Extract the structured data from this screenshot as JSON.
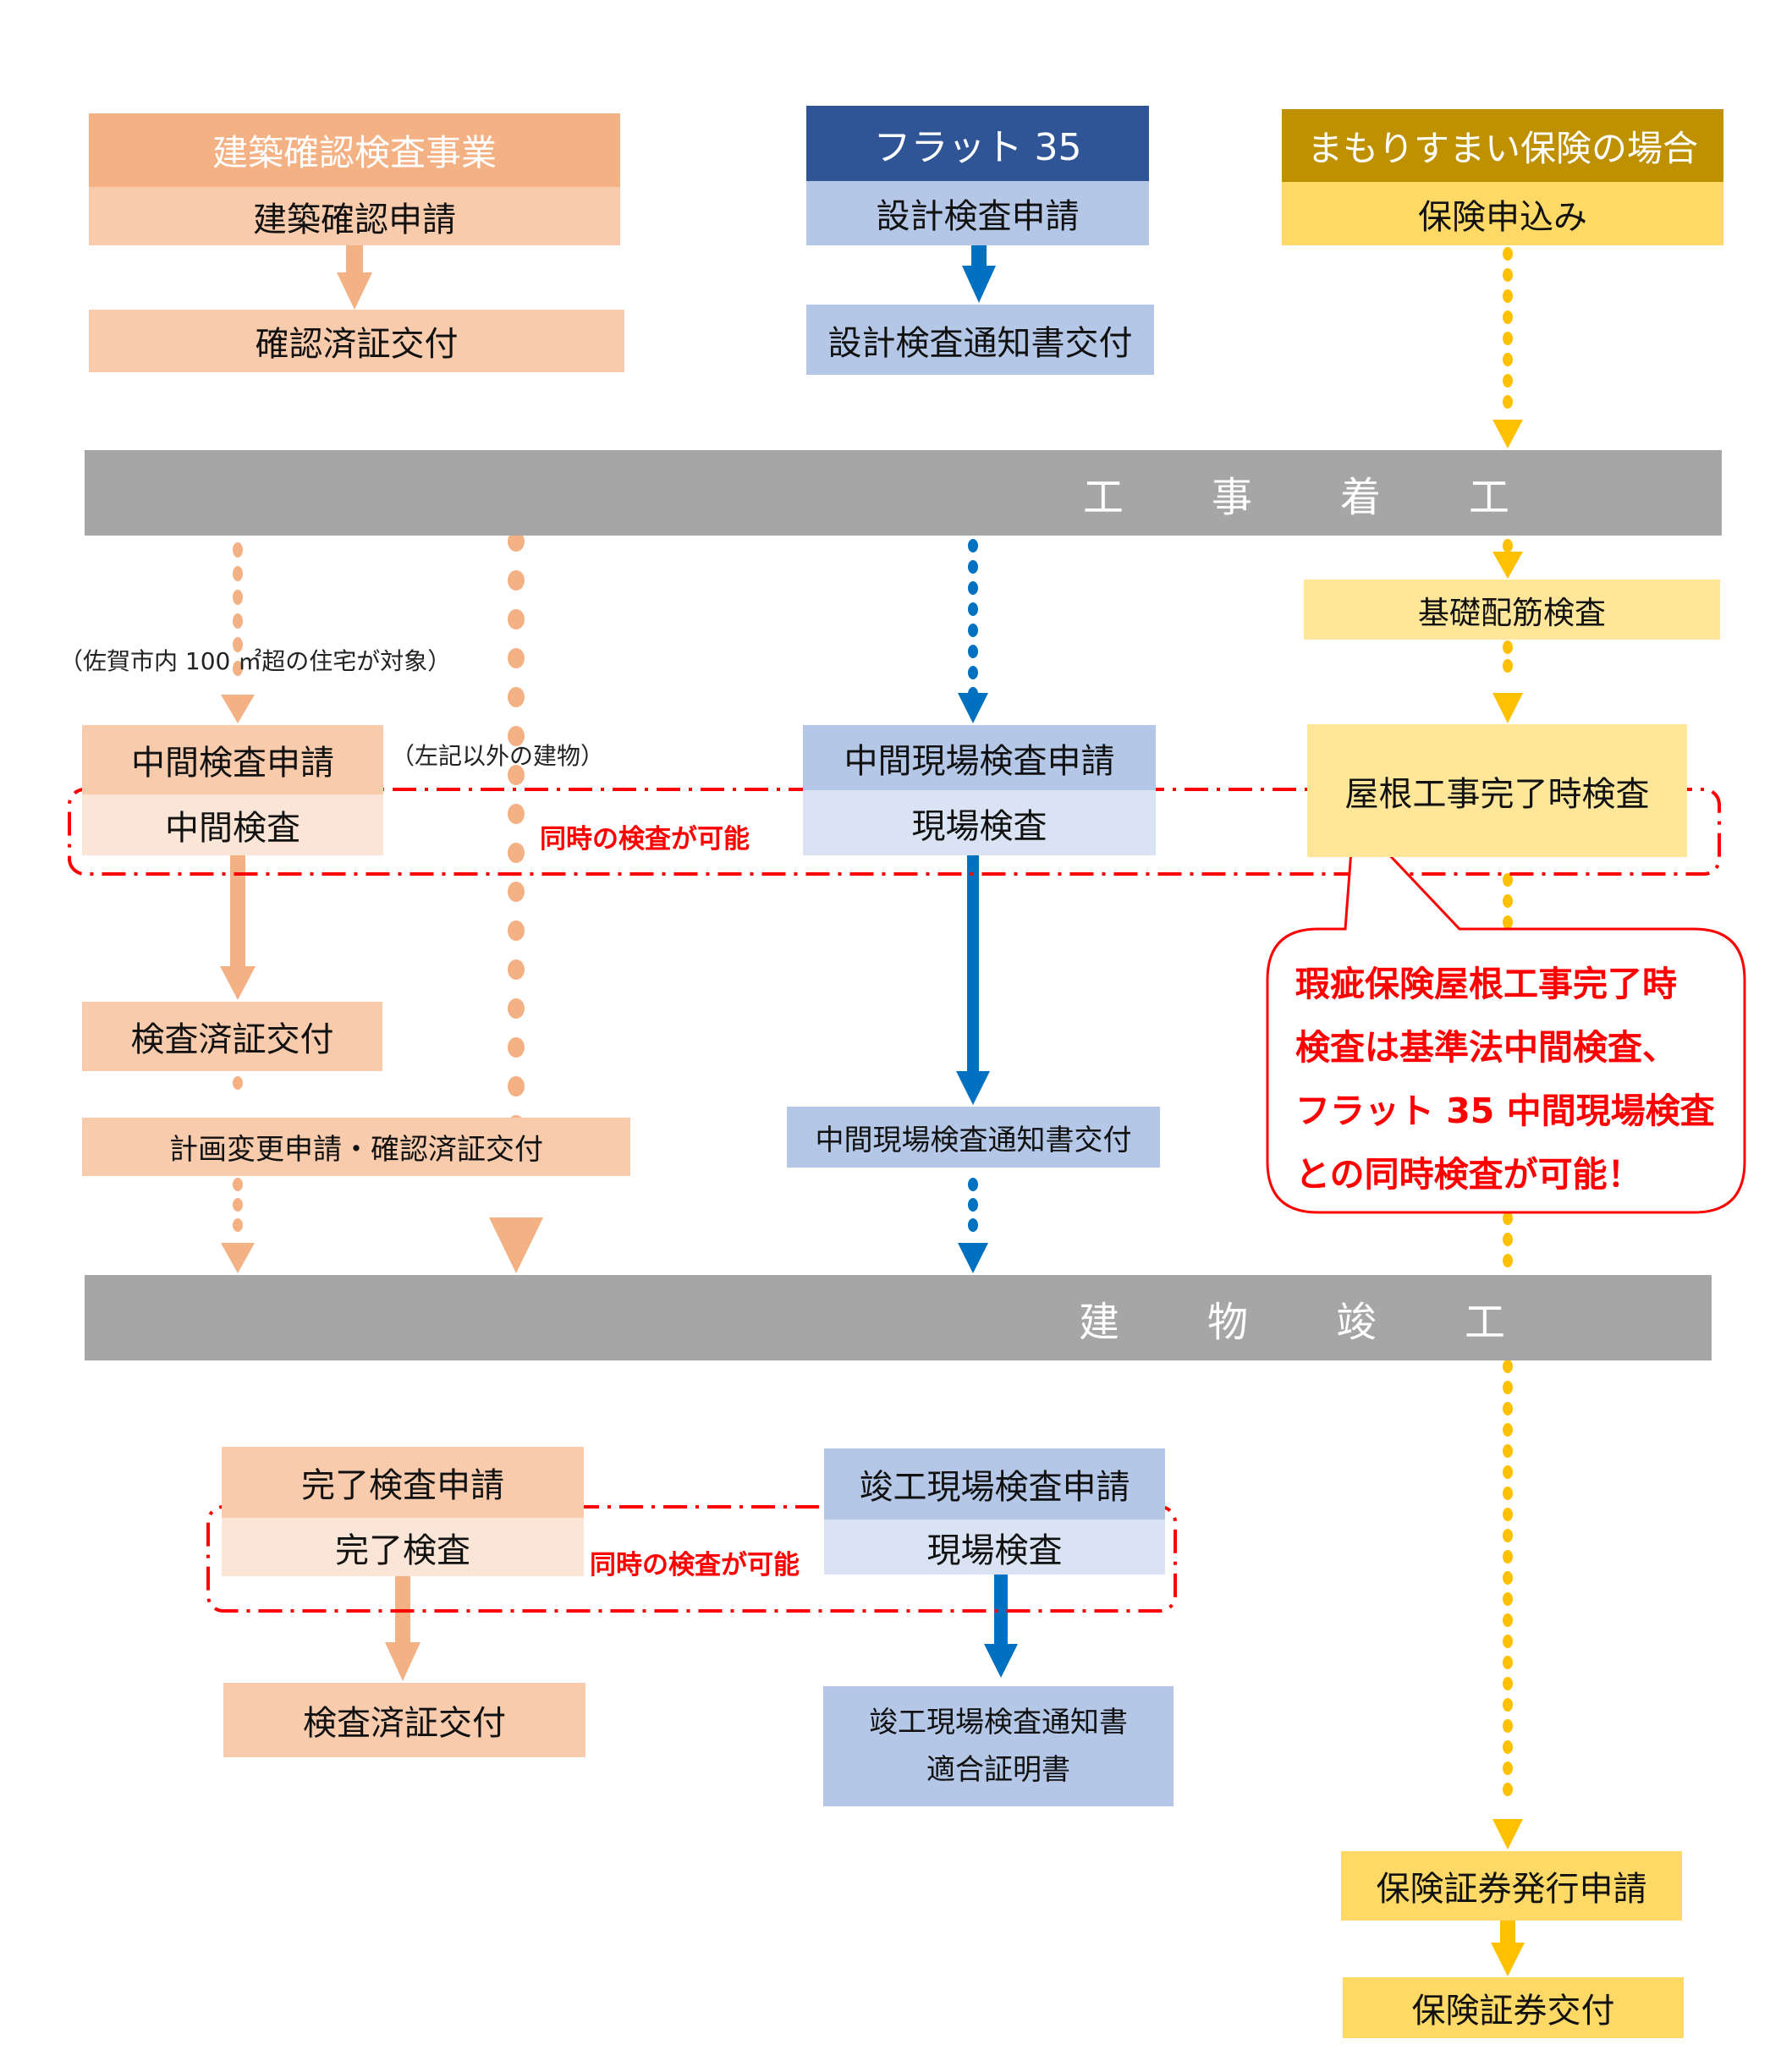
{
  "colors": {
    "kakunin_header": "#f4b183",
    "kakunin_body": "#f8cbad",
    "kakunin_light": "#fbe5d6",
    "flat_header": "#2f5597",
    "flat_body": "#b4c7e7",
    "flat_light": "#dae3f3",
    "flat_arrow": "#0070c0",
    "mamori_header": "#bf9000",
    "mamori_body": "#ffd966",
    "mamori_light": "#ffe699",
    "mamori_arrow": "#ffc000",
    "milestone_bar": "#a6a6a6",
    "simultaneous": "#ff0000"
  },
  "columns": {
    "kakunin": {
      "header": "建築確認検査事業",
      "application": "建築確認申請",
      "certificate": "確認済証交付"
    },
    "flat35": {
      "header": "フラット 35",
      "application": "設計検査申請",
      "notice": "設計検査通知書交付"
    },
    "mamori": {
      "header": "まもりすまい保険の場合",
      "application": "保険申込み"
    }
  },
  "milestones": {
    "construction_start": [
      "工",
      "事",
      "着",
      "工"
    ],
    "building_completion": [
      "建",
      "物",
      "竣",
      "工"
    ]
  },
  "middle": {
    "note_target": "（佐賀市内 100 ㎡超の住宅が対象）",
    "note_other": "（左記以外の建物）",
    "kakunin_application": "中間検査申請",
    "kakunin_inspection": "中間検査",
    "kakunin_certificate": "検査済証交付",
    "plan_change": "計画変更申請・確認済証交付",
    "flat_application": "中間現場検査申請",
    "flat_inspection": "現場検査",
    "flat_notice": "中間現場検査通知書交付",
    "mamori_foundation": "基礎配筋検査",
    "mamori_roof": "屋根工事完了時検査",
    "simultaneous_label": "同時の検査が可能"
  },
  "callout": {
    "lines": [
      "瑕疵保険屋根工事完了時",
      "検査は基準法中間検査、",
      "フラット 35 中間現場検査",
      "との同時検査が可能！"
    ]
  },
  "final": {
    "kakunin_application": "完了検査申請",
    "kakunin_inspection": "完了検査",
    "kakunin_certificate": "検査済証交付",
    "flat_application": "竣工現場検査申請",
    "flat_inspection": "現場検査",
    "flat_notice_line1": "竣工現場検査通知書",
    "flat_notice_line2": "適合証明書",
    "simultaneous_label": "同時の検査が可能",
    "mamori_policy_application": "保険証券発行申請",
    "mamori_policy_issue": "保険証券交付"
  }
}
